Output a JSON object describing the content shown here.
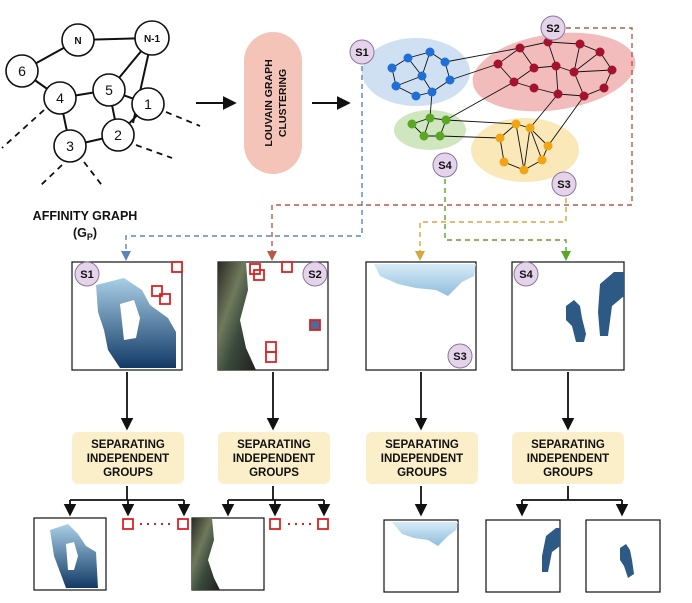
{
  "affinity_graph": {
    "label_line1": "AFFINITY GRAPH",
    "label_line2_main": "(G",
    "label_line2_sub": "P",
    "label_line2_end": ")",
    "nodes": {
      "n": "N",
      "n_minus_1": "N-1",
      "six": "6",
      "four": "4",
      "five": "5",
      "one": "1",
      "two": "2",
      "three": "3"
    }
  },
  "louvain": {
    "line1": "LOUVAIN GRAPH",
    "line2": "CLUSTERING"
  },
  "badges": {
    "s1": "S1",
    "s2": "S2",
    "s3": "S3",
    "s4": "S4"
  },
  "separating": {
    "line1": "SEPARATING",
    "line2": "INDEPENDENT",
    "line3": "GROUPS"
  },
  "colors": {
    "s1_cluster": "#1f6fd6",
    "s2_cluster": "#a3122e",
    "s3_cluster": "#f0a416",
    "s4_cluster": "#5aa626",
    "louvain_box": "#f5c4b8",
    "separating_box": "#fbefc9",
    "badge_fill": "#e4d3ea",
    "red_marker": "#e02020"
  }
}
